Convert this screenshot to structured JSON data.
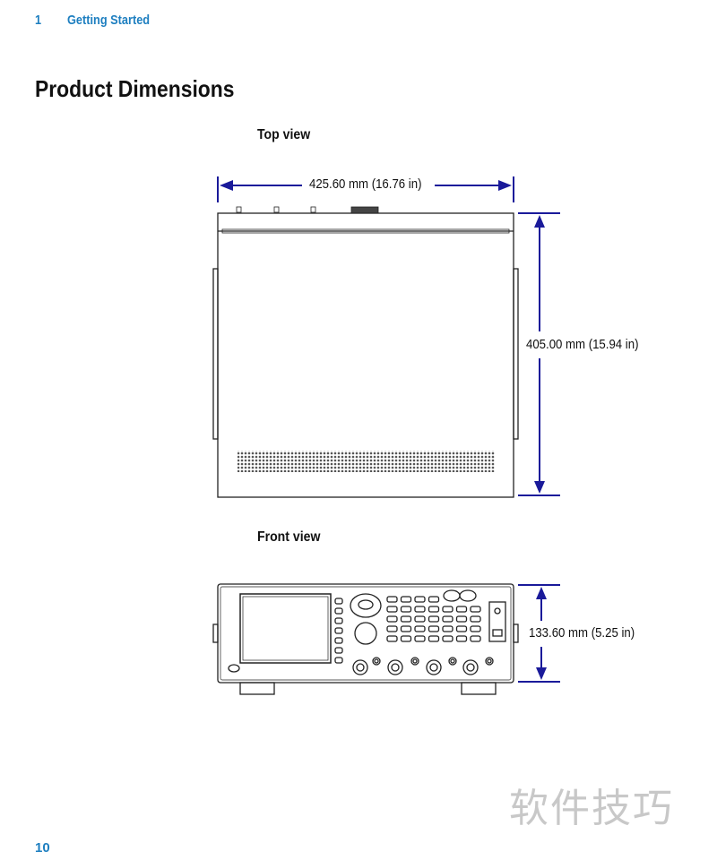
{
  "header": {
    "chapter_number": "1",
    "chapter_title": "Getting Started"
  },
  "page_title": "Product Dimensions",
  "top_view": {
    "label": "Top view",
    "width_dimension": "425.60 mm (16.76 in)",
    "depth_dimension": "405.00 mm (15.94 in)"
  },
  "front_view": {
    "label": "Front view",
    "height_dimension": "133.60 mm (5.25 in)"
  },
  "footer": {
    "page_number": "10"
  },
  "watermark": "软件技巧",
  "colors": {
    "accent": "#1e7fc0",
    "dimension_arrow": "#1a1a9a"
  }
}
